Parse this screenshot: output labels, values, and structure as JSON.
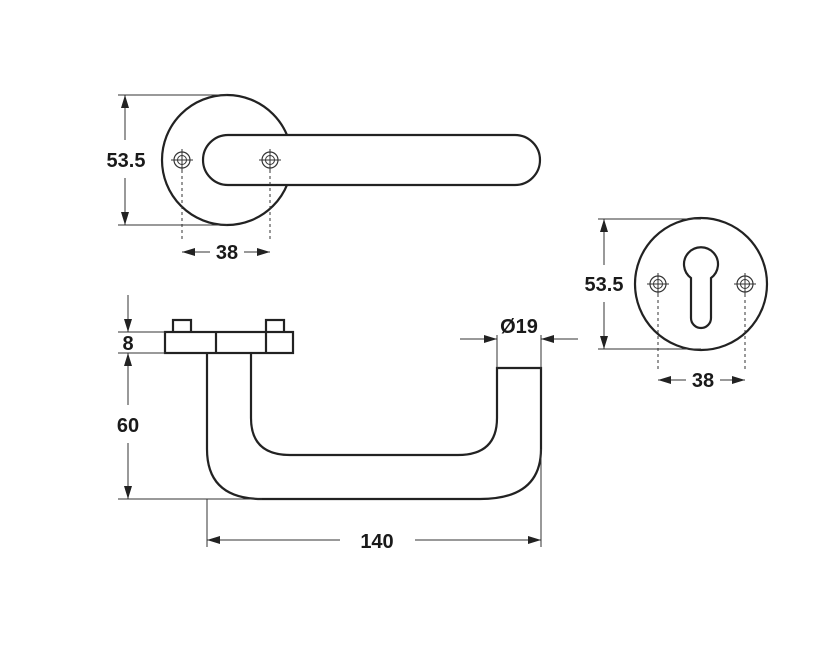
{
  "dimensions": {
    "rose_top_height": "53.5",
    "rose_top_spacing": "38",
    "rose_right_height": "53.5",
    "rose_right_spacing": "38",
    "rose_thickness": "8",
    "handle_height": "60",
    "handle_length": "140",
    "handle_diameter": "Ø19"
  },
  "colors": {
    "line": "#222222",
    "background": "#ffffff"
  }
}
